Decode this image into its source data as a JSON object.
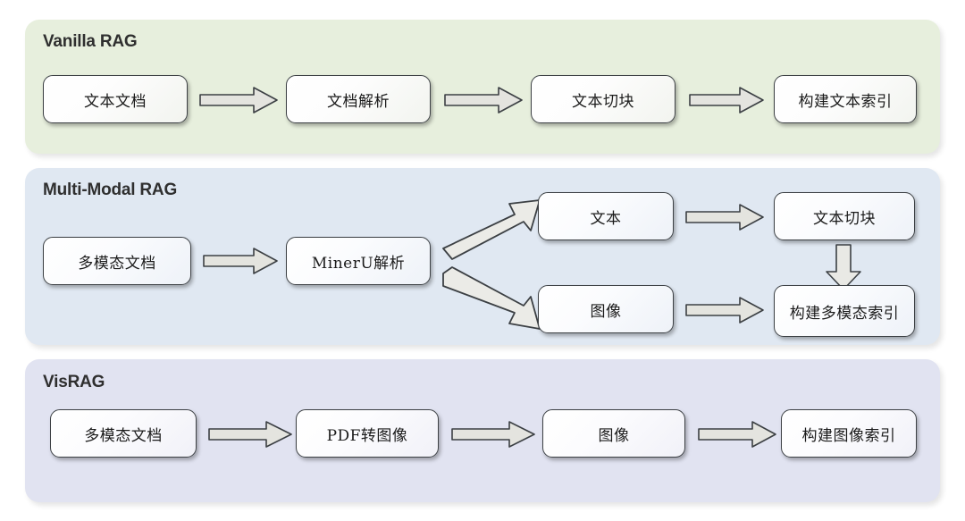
{
  "diagram": {
    "title_hidden": "",
    "colors": {
      "panel_vanilla": "#e7efdd",
      "panel_multimodal": "#e0e8f2",
      "panel_visrag": "#e1e3f1",
      "node_border": "#3c4044",
      "arrow_fill": "#e3e3de",
      "arrow_stroke": "#3c4044",
      "title_text": "#2f2f2f"
    },
    "sections": [
      {
        "id": "vanilla-rag",
        "title": "Vanilla RAG",
        "nodes": [
          {
            "id": "text-doc",
            "label": "文本文档"
          },
          {
            "id": "doc-parse",
            "label": "文档解析"
          },
          {
            "id": "text-chunk",
            "label": "文本切块"
          },
          {
            "id": "build-text-index",
            "label": "构建文本索引"
          }
        ],
        "arrows": [
          {
            "id": "a1",
            "from": "text-doc",
            "to": "doc-parse",
            "direction": "right"
          },
          {
            "id": "a2",
            "from": "doc-parse",
            "to": "text-chunk",
            "direction": "right"
          },
          {
            "id": "a3",
            "from": "text-chunk",
            "to": "build-text-index",
            "direction": "right"
          }
        ]
      },
      {
        "id": "multi-modal-rag",
        "title": "Multi-Modal RAG",
        "nodes": [
          {
            "id": "mm-doc",
            "label": "多模态文档"
          },
          {
            "id": "mineru-parse",
            "label": "MinerU解析"
          },
          {
            "id": "text",
            "label": "文本"
          },
          {
            "id": "image",
            "label": "图像"
          },
          {
            "id": "text-chunk-2",
            "label": "文本切块"
          },
          {
            "id": "build-mm-index",
            "label": "构建多模态索引"
          }
        ],
        "arrows": [
          {
            "id": "b1",
            "from": "mm-doc",
            "to": "mineru-parse",
            "direction": "right"
          },
          {
            "id": "b2",
            "from": "mineru-parse",
            "to": "text",
            "direction": "up-right"
          },
          {
            "id": "b3",
            "from": "mineru-parse",
            "to": "image",
            "direction": "down-right"
          },
          {
            "id": "b4",
            "from": "text",
            "to": "text-chunk-2",
            "direction": "right"
          },
          {
            "id": "b5",
            "from": "text-chunk-2",
            "to": "build-mm-index",
            "direction": "down"
          },
          {
            "id": "b6",
            "from": "image",
            "to": "build-mm-index",
            "direction": "right"
          }
        ]
      },
      {
        "id": "visrag",
        "title": "VisRAG",
        "nodes": [
          {
            "id": "mm-doc-2",
            "label": "多模态文档"
          },
          {
            "id": "pdf-to-image",
            "label": "PDF转图像"
          },
          {
            "id": "image-2",
            "label": "图像"
          },
          {
            "id": "build-image-index",
            "label": "构建图像索引"
          }
        ],
        "arrows": [
          {
            "id": "c1",
            "from": "mm-doc-2",
            "to": "pdf-to-image",
            "direction": "right"
          },
          {
            "id": "c2",
            "from": "pdf-to-image",
            "to": "image-2",
            "direction": "right"
          },
          {
            "id": "c3",
            "from": "image-2",
            "to": "build-image-index",
            "direction": "right"
          }
        ]
      }
    ]
  }
}
